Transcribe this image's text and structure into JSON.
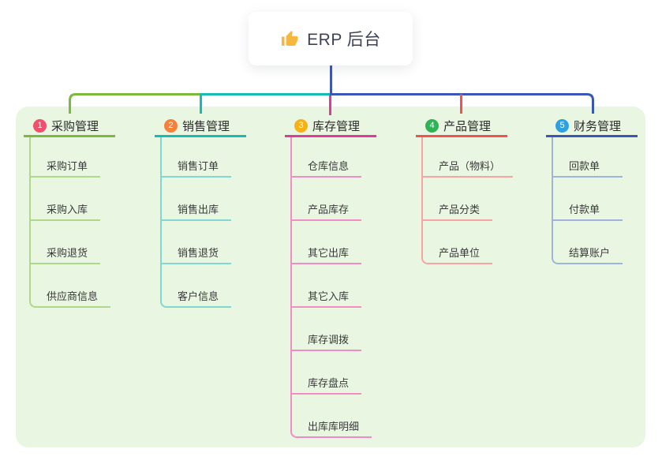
{
  "root": {
    "title": "ERP 后台",
    "icon": "thumbs-up"
  },
  "theme": {
    "background": "#ffffff",
    "panel": "#e8f6e2",
    "card": "#ffffff",
    "root_line": "#4156b4",
    "root_text": "#3d4254",
    "branch_text": "#2b2b2b",
    "item_text": "#3a3a3a",
    "thumb_icon": "#f6b73c"
  },
  "branches": [
    {
      "number": "1",
      "label": "采购管理",
      "color": "#7cba3e",
      "light": "#afd98a",
      "badge": "#f0506e",
      "items": [
        "采购订单",
        "采购入库",
        "采购退货",
        "供应商信息"
      ]
    },
    {
      "number": "2",
      "label": "销售管理",
      "color": "#16bcb4",
      "light": "#82d8d0",
      "badge": "#f6813a",
      "items": [
        "销售订单",
        "销售出库",
        "销售退货",
        "客户信息"
      ]
    },
    {
      "number": "3",
      "label": "库存管理",
      "color": "#e3399a",
      "light": "#f18cc5",
      "badge": "#f8b013",
      "items": [
        "仓库信息",
        "产品库存",
        "其它出库",
        "其它入库",
        "库存调拨",
        "库存盘点",
        "出库库明细"
      ]
    },
    {
      "number": "4",
      "label": "产品管理",
      "color": "#f25252",
      "light": "#f8a4a4",
      "badge": "#2eb356",
      "items": [
        "产品（物料）",
        "产品分类",
        "产品单位"
      ]
    },
    {
      "number": "5",
      "label": "财务管理",
      "color": "#3a57b7",
      "light": "#9eb4dd",
      "badge": "#2aa2e4",
      "items": [
        "回款单",
        "付款单",
        "结算账户"
      ]
    }
  ]
}
